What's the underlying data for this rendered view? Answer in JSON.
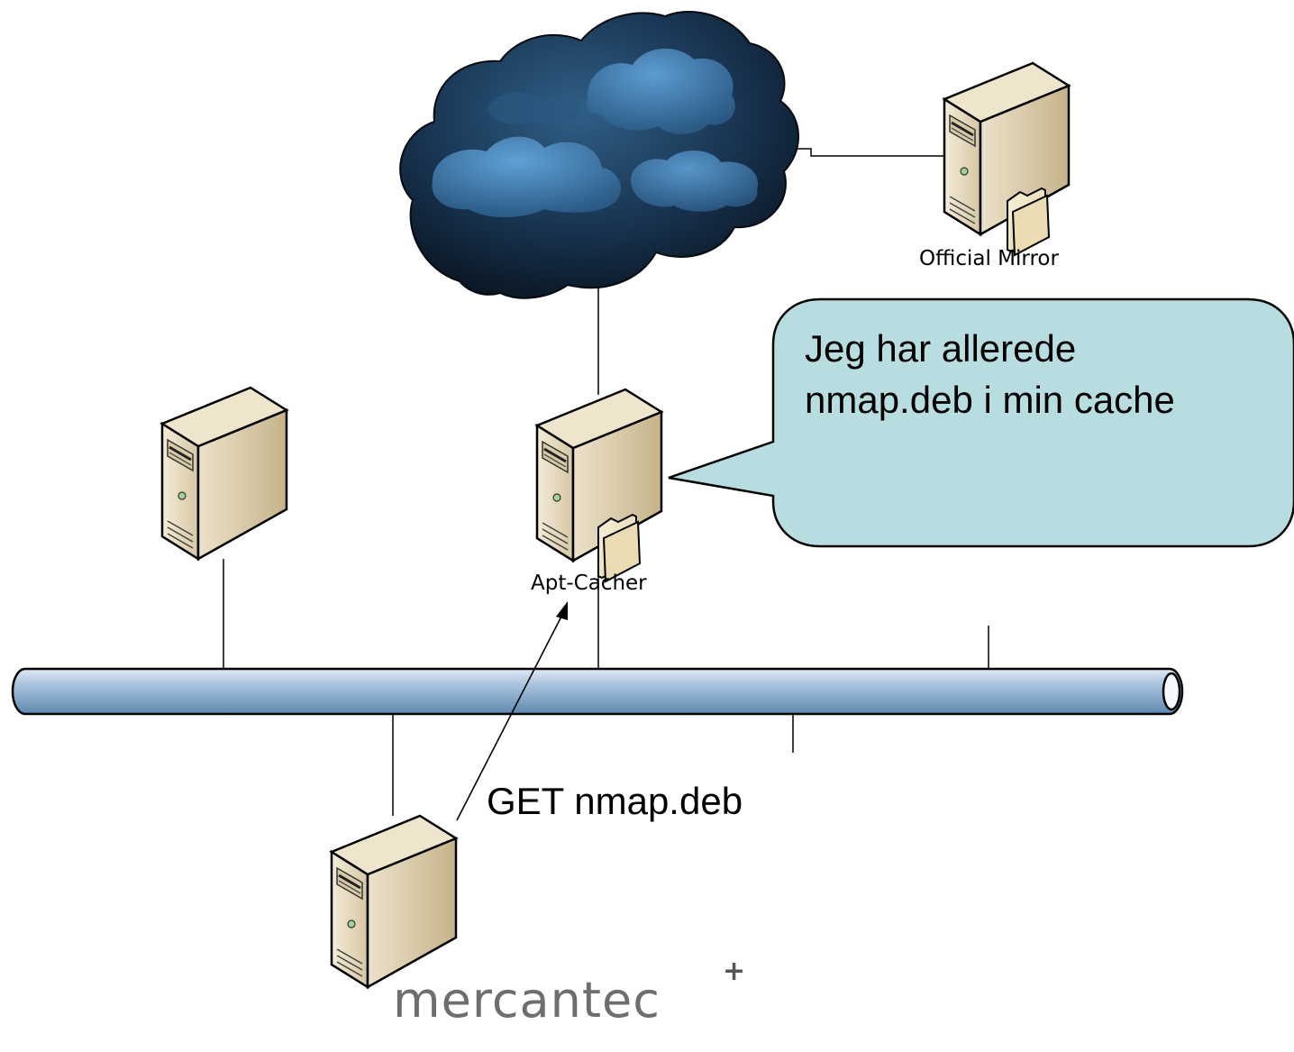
{
  "labels": {
    "official_mirror": "Official Mirror",
    "apt_cacher": "Apt-Cacher",
    "request": "GET nmap.deb"
  },
  "speech_bubble": {
    "lines": [
      "Jeg har allerede",
      "nmap.deb i min cache"
    ]
  },
  "logo": {
    "text": "mercantec",
    "mark": "+"
  },
  "icons": [
    "cloud-icon",
    "server-icon",
    "server-with-folder-icon",
    "network-bus-icon"
  ],
  "colors": {
    "bubble_fill": "#b8dde0",
    "bus_fill": "#a9c4de",
    "cloud_dark": "#0d1c2c",
    "cloud_light": "#5a9ad0",
    "server_body": "#e8dcc2"
  }
}
